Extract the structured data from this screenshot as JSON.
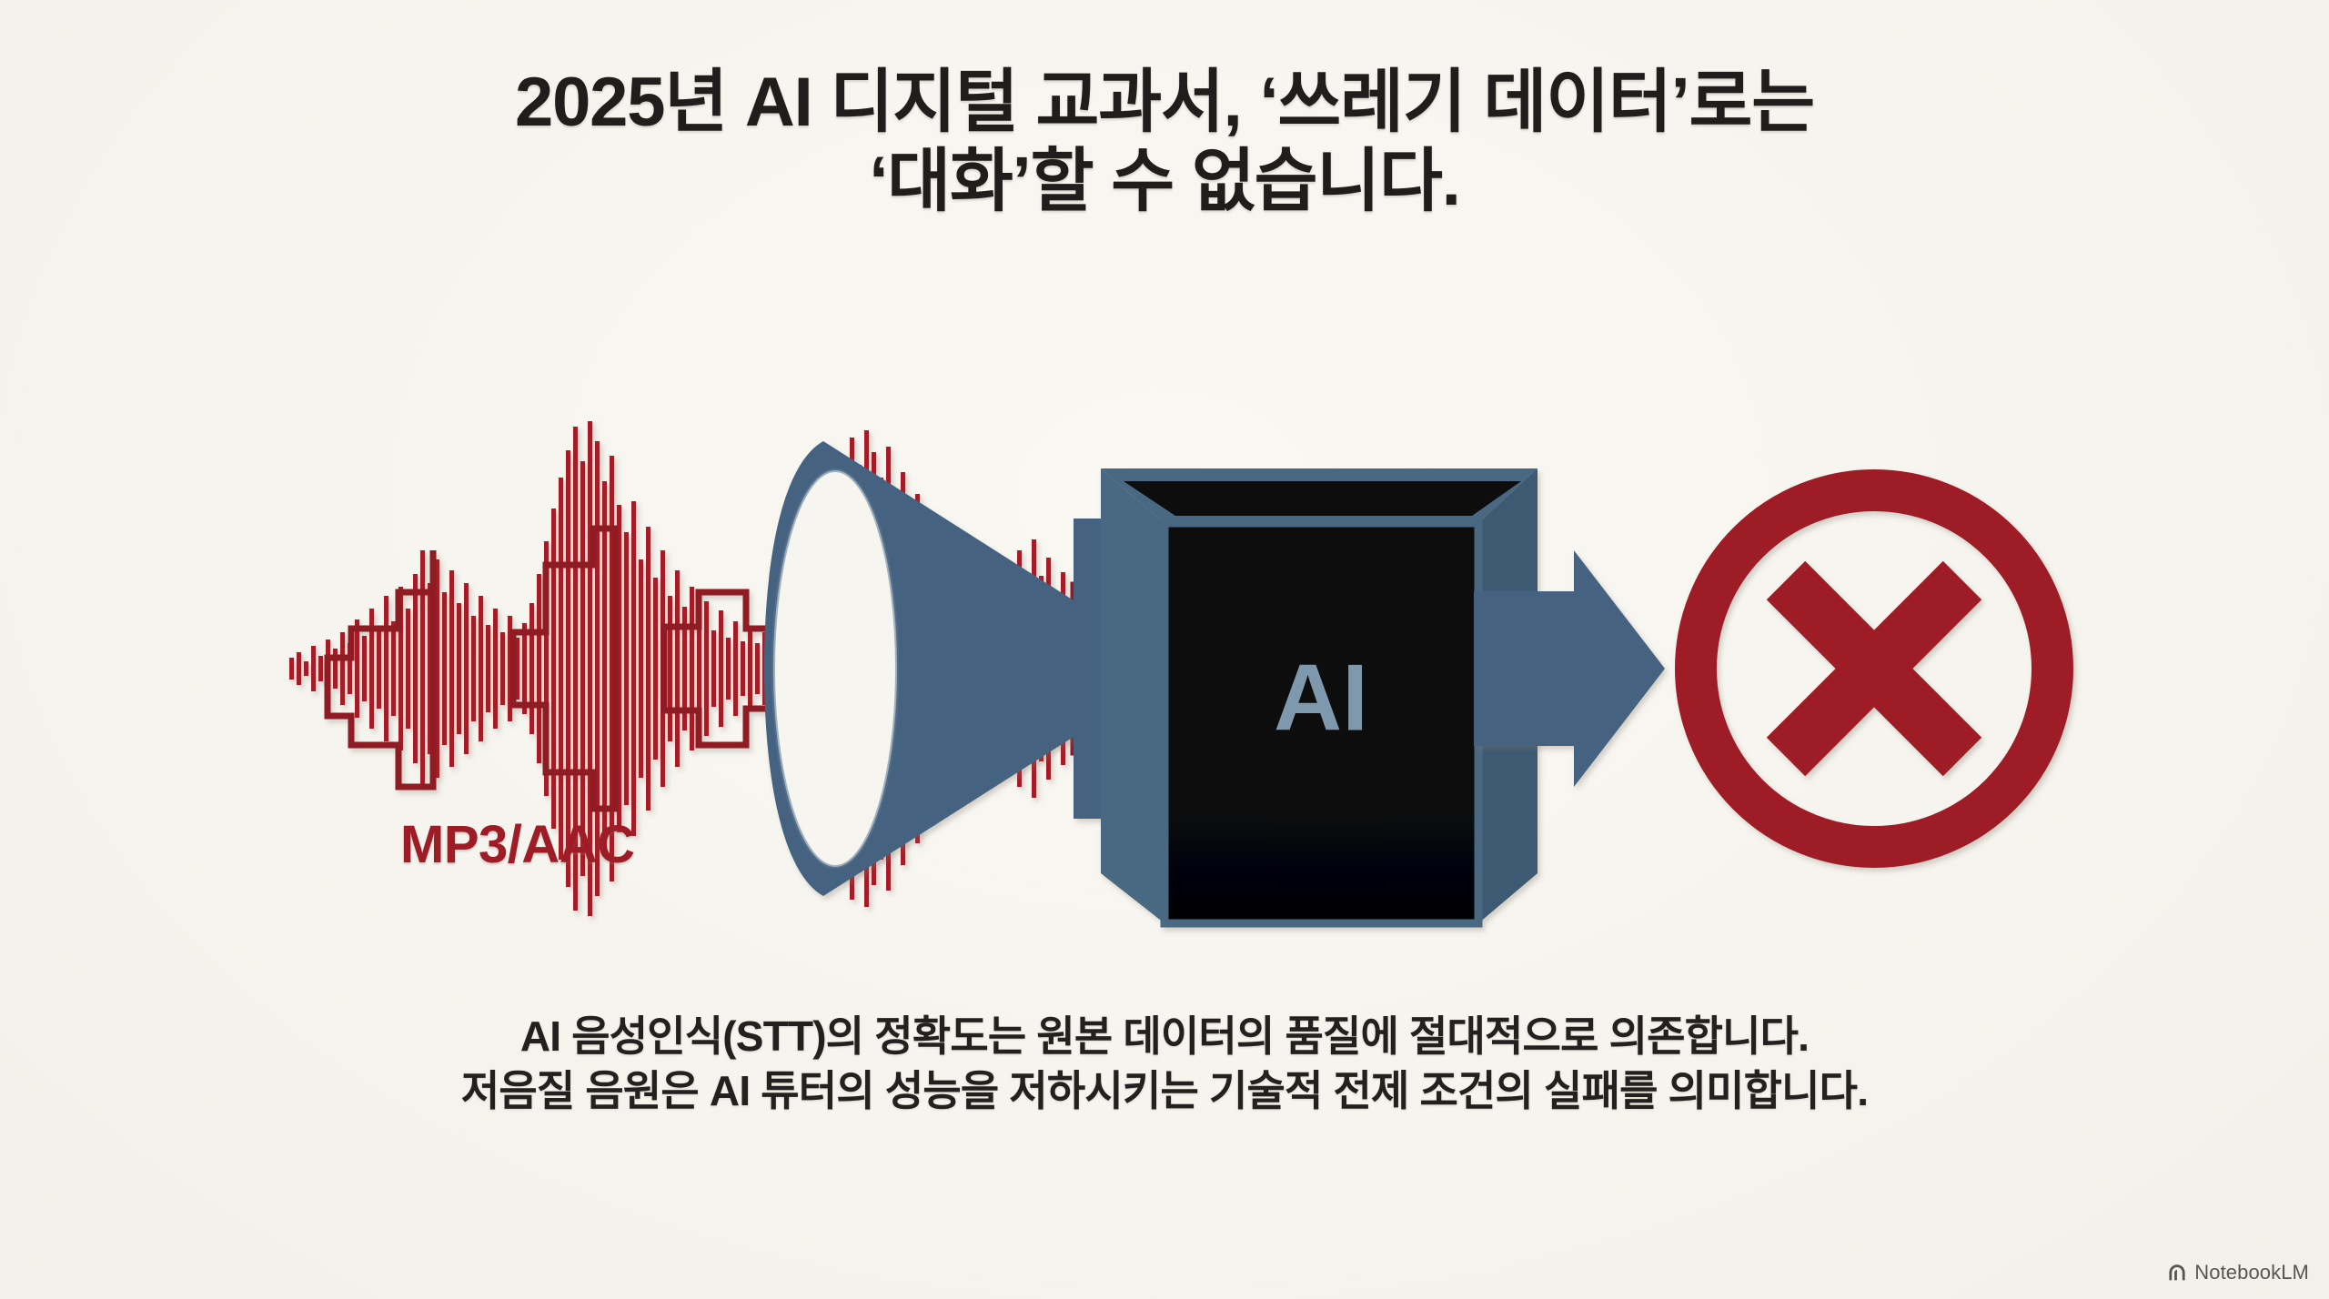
{
  "slide": {
    "background_color": "#f7f5ef",
    "title": {
      "line1": "2025년 AI 디지털 교과서, ‘쓰레기 데이터’로는",
      "line2": "‘대화’할 수 없습니다."
    },
    "caption": {
      "line1": "AI 음성인식(STT)의 정확도는 원본 데이터의 품질에 절대적으로 의존합니다.",
      "line2": "저음질 음원은 AI 튜터의 성능을 저하시키는 기술적 전제 조건의 실패를 의미합니다."
    },
    "watermark": {
      "label": "NotebookLM",
      "icon": "notebooklm-spark-icon"
    }
  },
  "diagram": {
    "flow_description": "low-quality audio waveform feeds through a funnel into an AI black box, producing a failure result",
    "colors": {
      "audio_red": "#a41e28",
      "audio_red_dark": "#8e1a23",
      "slate_blue": "#456480",
      "slate_blue_light": "#5c7894",
      "box_black": "#08090a",
      "error_red": "#9e1c25"
    },
    "nodes": [
      {
        "id": "waveform",
        "type": "audio-waveform",
        "label": "MP3/AAC",
        "color": "#a41e28"
      },
      {
        "id": "funnel",
        "type": "funnel-horn",
        "label": "",
        "color": "#456480"
      },
      {
        "id": "ai-box",
        "type": "black-box-3d",
        "label": "AI",
        "color": "#08090a"
      },
      {
        "id": "output-arrow",
        "type": "arrow-right",
        "label": "",
        "color": "#456480"
      },
      {
        "id": "failure",
        "type": "circle-x",
        "label": "",
        "color": "#9e1c25"
      }
    ]
  }
}
